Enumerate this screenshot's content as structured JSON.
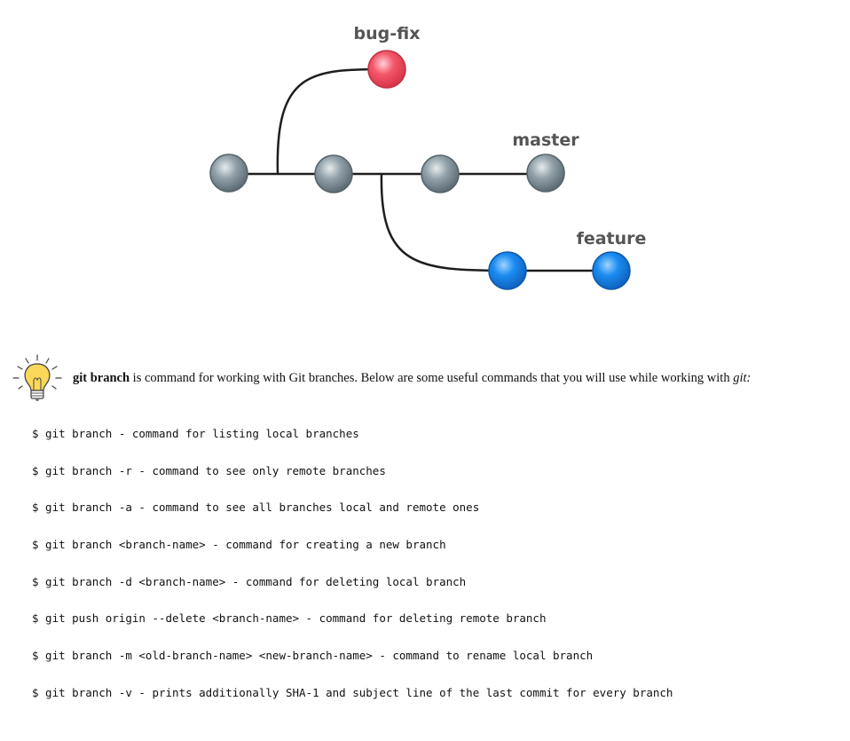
{
  "diagram": {
    "branches": {
      "bug_fix": "bug-fix",
      "master": "master",
      "feature": "feature"
    },
    "colors": {
      "commit_gray": "#7c8b93",
      "commit_red": "#ef4a5e",
      "commit_blue": "#1f86e6",
      "line": "#1e1e1e"
    }
  },
  "tip": {
    "icon": "lightbulb-icon",
    "bold": "git branch",
    "text": " is command for working with Git branches. Below are some useful commands that you will use while working with ",
    "italic": "git:"
  },
  "commands": [
    "$ git branch - command for listing local branches",
    "$ git branch -r - command to see only remote branches",
    "$ git branch -a - command to see all branches local and remote ones",
    "$ git branch <branch-name> - command for creating a new branch",
    "$ git branch -d <branch-name> - command for deleting local branch",
    "$ git push origin --delete <branch-name> - command for deleting remote branch",
    "$ git branch -m <old-branch-name> <new-branch-name> - command to rename local branch",
    "$ git branch -v - prints additionally SHA-1 and subject line of the last commit for every branch"
  ]
}
